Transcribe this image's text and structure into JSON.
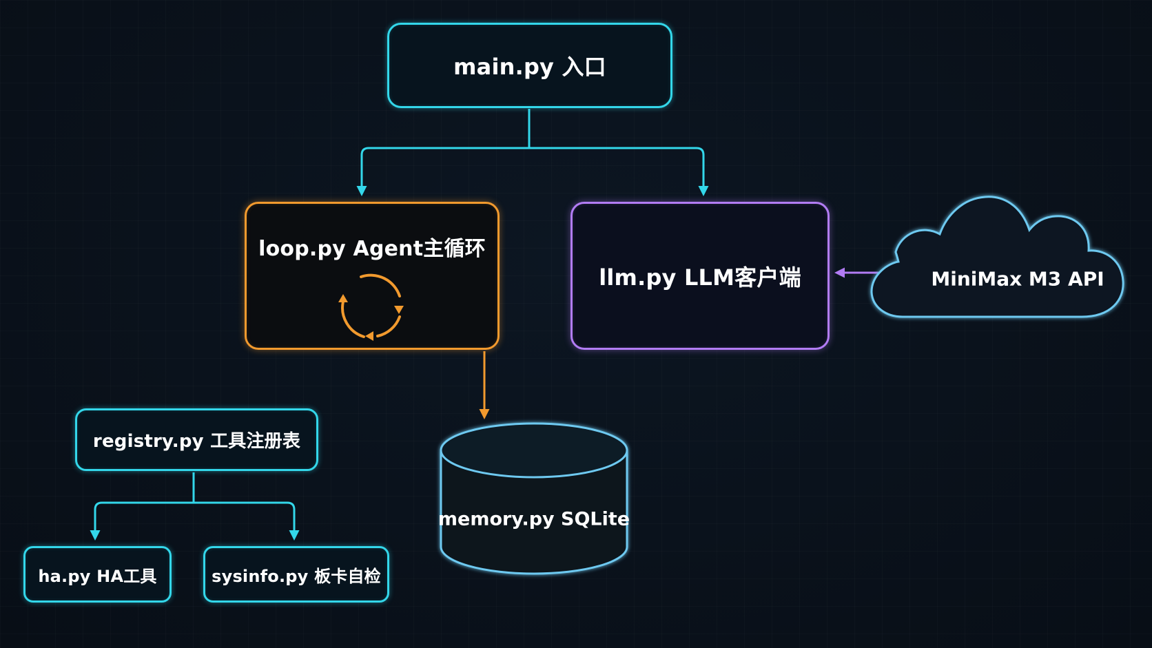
{
  "diagram": {
    "nodes": {
      "main": {
        "label": "main.py 入口"
      },
      "loop": {
        "label": "loop.py Agent主循环"
      },
      "llm": {
        "label": "llm.py LLM客户端"
      },
      "api": {
        "label": "MiniMax M3 API"
      },
      "memory": {
        "label": "memory.py SQLite"
      },
      "registry": {
        "label": "registry.py 工具注册表"
      },
      "ha": {
        "label": "ha.py HA工具"
      },
      "sysinfo": {
        "label": "sysinfo.py 板卡自检"
      }
    },
    "icons": {
      "loop_cycle": "refresh-cycle-icon",
      "api_shape": "cloud-icon",
      "memory_shape": "database-cylinder-icon"
    },
    "colors": {
      "cyan": "#33d7ea",
      "orange": "#f29a2e",
      "purple": "#b27cf4",
      "sky": "#6ec9f0",
      "background": "#0a1119"
    }
  }
}
